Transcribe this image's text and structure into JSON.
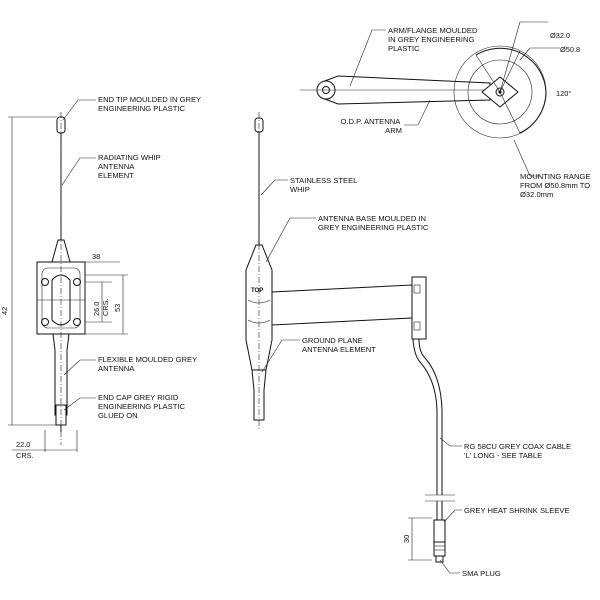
{
  "callouts": {
    "end_tip": [
      "END TIP MOULDED IN GREY",
      "ENGINEERING PLASTIC"
    ],
    "radiating_whip": [
      "RADIATING WHIP",
      "ANTENNA",
      "ELEMENT"
    ],
    "flexible": [
      "FLEXIBLE MOULDED GREY",
      "ANTENNA"
    ],
    "end_cap": [
      "END CAP GREY RIGID",
      "ENGINEERING PLASTIC",
      "GLUED ON"
    ],
    "stainless": [
      "STAINLESS STEEL",
      "WHIP"
    ],
    "antenna_base": [
      "ANTENNA BASE MOULDED IN",
      "GREY ENGINEERING PLASTIC"
    ],
    "ground_plane": [
      "GROUND PLANE",
      "ANTENNA ELEMENT"
    ],
    "coax": [
      "RG 58CU GREY COAX CABLE",
      "'L' LONG - SEE TABLE"
    ],
    "heat_shrink": [
      "GREY HEAT SHRINK SLEEVE"
    ],
    "sma": [
      "SMA PLUG"
    ],
    "arm_flange": [
      "ARM/FLANGE MOULDED",
      "IN GREY ENGINEERING",
      "PLASTIC"
    ],
    "odp_arm": [
      "O.D.P. ANTENNA",
      "ARM"
    ],
    "mounting_range": [
      "MOUNTING RANGE",
      "FROM Ø50.8mm TO",
      "Ø32.0mm"
    ]
  },
  "dimensions": {
    "width_38": "38",
    "height_42": "42",
    "crs_26": "26.0",
    "crs_label": "CRS.",
    "height_53": "53",
    "bottom_22": "22.0",
    "bottom_crs": "CRS.",
    "dia_32": "Ø32.0",
    "dia_50": "Ø50.8",
    "angle": "120°",
    "sleeve_30": "30",
    "logo": "TOP"
  }
}
